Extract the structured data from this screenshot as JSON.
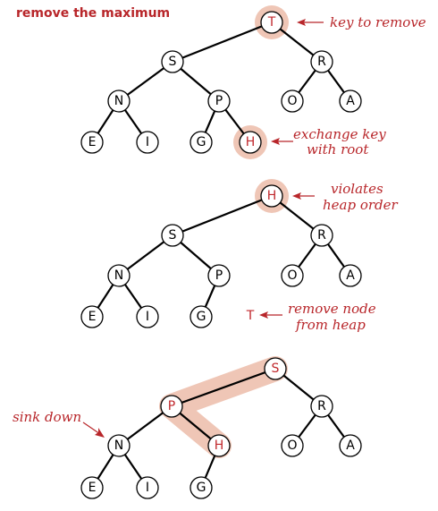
{
  "title": "remove the maximum",
  "colors": {
    "accent": "#b8262a",
    "highlight": "#efc6b6"
  },
  "panels": [
    {
      "nodes": [
        "T",
        "S",
        "R",
        "N",
        "P",
        "O",
        "A",
        "E",
        "I",
        "G",
        "H"
      ],
      "annotations": {
        "key_to_remove": "key to remove",
        "exchange_line1": "exchange key",
        "exchange_line2": "with root"
      }
    },
    {
      "nodes": [
        "H",
        "S",
        "R",
        "N",
        "P",
        "O",
        "A",
        "E",
        "I",
        "G"
      ],
      "removed_node": "T",
      "annotations": {
        "violates_line1": "violates",
        "violates_line2": "heap order",
        "remove_line1": "remove node",
        "remove_line2": "from heap"
      }
    },
    {
      "nodes": [
        "S",
        "P",
        "R",
        "N",
        "H",
        "O",
        "A",
        "E",
        "I",
        "G"
      ],
      "annotations": {
        "sink_down": "sink down"
      }
    }
  ]
}
